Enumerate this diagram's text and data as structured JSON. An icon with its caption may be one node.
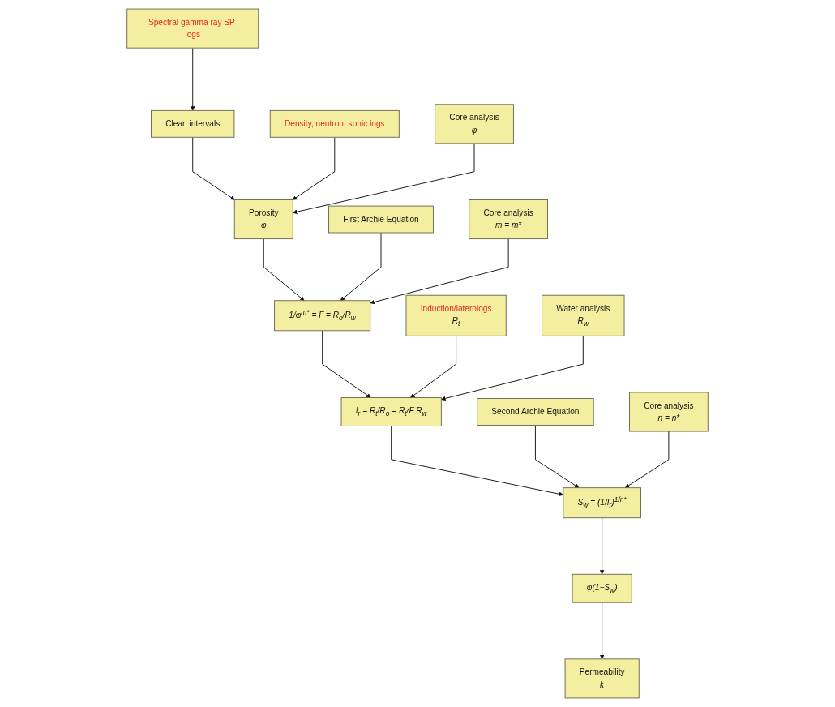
{
  "diagram": {
    "nodes": [
      {
        "text": [
          "Spectral gamma ray SP logs"
        ]
      },
      {
        "text": [
          "Clean intervals"
        ]
      },
      {
        "text": [
          "Density, neutron, sonic logs"
        ]
      },
      {
        "text": [
          "Porosity",
          "φ"
        ]
      },
      {
        "text": [
          "Core analysis",
          "φ"
        ]
      },
      {
        "text": [
          "First Archie Equation"
        ]
      },
      {
        "text": [
          "1/φ$^{m*}$ = F = R$_{o}$/R$_{w}$"
        ]
      },
      {
        "text": [
          "Core analysis",
          "m = m*"
        ]
      },
      {
        "text": [
          "Induction/laterologs",
          "R$_{t}$"
        ]
      },
      {
        "text": [
          "I$_{r}$ = R$_{t}$/R$_{o}$ = R$_{t}$/F R$_{w}$"
        ]
      },
      {
        "text": [
          "Water analysis",
          "R$_{w}$"
        ]
      },
      {
        "text": [
          "Second Archie Equation"
        ]
      },
      {
        "text": [
          "S$_{w}$ = (1/I$_{r}$)$^{1/n*}$"
        ]
      },
      {
        "text": [
          "Core analysis",
          "n = n*"
        ]
      },
      {
        "text": [
          "Permeability",
          "k"
        ]
      },
      {
        "text": [
          "φ(1−S$_{w}$)"
        ]
      }
    ],
    "edges": [
      {
        "from": 0,
        "to": 1,
        "arrow": "to"
      },
      {
        "from": 1,
        "to": 3,
        "arrow": "to"
      },
      {
        "from": 2,
        "to": 3,
        "arrow": "to"
      },
      {
        "from": 4,
        "to": 3,
        "arrow": "to"
      },
      {
        "from": 3,
        "to": 6,
        "arrow": "to"
      },
      {
        "from": 5,
        "to": 6,
        "arrow": "to"
      },
      {
        "from": 7,
        "to": 6,
        "arrow": "to"
      },
      {
        "from": 6,
        "to": 9,
        "arrow": "to"
      },
      {
        "from": 8,
        "to": 9,
        "arrow": "to"
      },
      {
        "from": 10,
        "to": 9,
        "arrow": "to"
      },
      {
        "from": 9,
        "to": 12,
        "arrow": "to"
      },
      {
        "from": 11,
        "to": 12,
        "arrow": "to"
      },
      {
        "from": 13,
        "to": 12,
        "arrow": "to"
      },
      {
        "from": 12,
        "to": 15,
        "arrow": "to"
      },
      {
        "from": 15,
        "to": 14,
        "arrow": "to"
      }
    ]
  }
}
